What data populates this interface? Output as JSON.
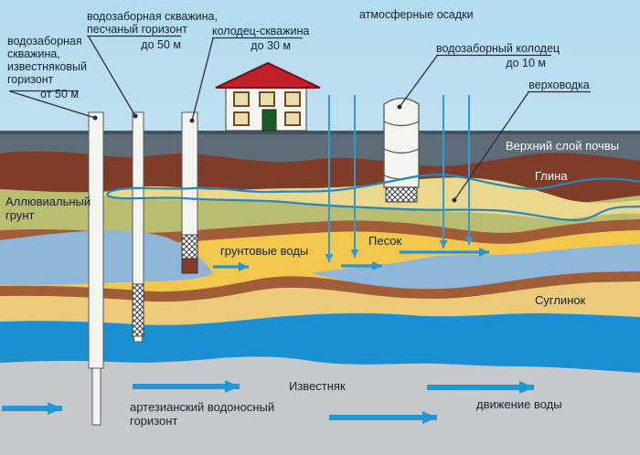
{
  "callouts": {
    "well_limestone": {
      "lines": [
        "водозаборная",
        "скважина,",
        "известняковый",
        "горизонт"
      ],
      "depth": "от 50 м"
    },
    "well_sand": {
      "lines": [
        "водозаборная скважина,",
        "песчаный горизонт"
      ],
      "depth": "до 50 м"
    },
    "well_shaft": {
      "lines": [
        "колодец-скважина"
      ],
      "depth": "до 30 м"
    },
    "well_dug": {
      "lines": [
        "водозаборный колодец"
      ],
      "depth": "до 10 м"
    },
    "perched": {
      "lines": [
        "верховодка"
      ]
    },
    "precipitation": "атмосферные осадки"
  },
  "layer_labels": {
    "topsoil": "Верхний слой почвы",
    "clay": "Глина",
    "alluvial_line1": "Аллювиальный",
    "alluvial_line2": "грунт",
    "groundwater": "грунтовые воды",
    "sand": "Песок",
    "loam": "Суглинок",
    "limestone": "Известняк",
    "artesian_line1": "артезианский водоносный",
    "artesian_line2": "горизонт",
    "water_flow": "движение воды"
  },
  "colors": {
    "sky_top": "#b3dbee",
    "sky_bottom": "#d9eef7",
    "topsoil": "#5e6c77",
    "topsoil_edge": "#48525a",
    "clay": "#7e3c29",
    "alluvial": "#babc6f",
    "perched_sand": "#ead98c",
    "brown_stripe": "#a05d38",
    "aquifer_light": "#8db6da",
    "sand": "#f2c74e",
    "loam": "#ecca79",
    "water": "#1a8fd1",
    "limestone": "#c6c9cb",
    "arrow": "#2496d4",
    "rain": "#2e9ad6",
    "waterline": "#2687c0",
    "leader": "#2b2f3a",
    "text_dark": "#17212e",
    "text_light": "#ffffff",
    "house_roof": "#c1202a",
    "house_wall": "#f6f5f1",
    "house_door": "#1c5b2a",
    "window_fill": "#eadcab",
    "window_frame": "#6f4c28",
    "well_fill": "#f3f3ef",
    "well_border": "#58585a",
    "plug": "#7e3c29"
  }
}
